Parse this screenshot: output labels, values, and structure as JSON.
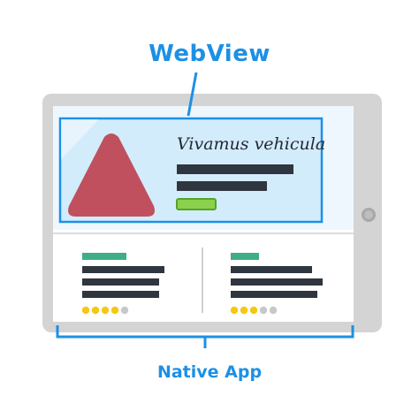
{
  "labels": {
    "webview": "WebView",
    "native_app": "Native App"
  },
  "webview_content": {
    "title": "Vivamus vehicula"
  },
  "colors": {
    "accent_blue": "#1c90e6",
    "tablet_frame": "#d4d4d4",
    "screen": "#ffffff",
    "webview_fill": "#d3ecfc",
    "hero_shape": "#c0505e",
    "text_bar": "#2f3640",
    "button_green": "#8bd14c",
    "card_header": "#3fae87",
    "star_gold": "#f6c811",
    "star_gray": "#c8c8c8"
  },
  "cards": [
    {
      "rating": 4,
      "max_rating": 5
    },
    {
      "rating": 3,
      "max_rating": 5
    }
  ]
}
